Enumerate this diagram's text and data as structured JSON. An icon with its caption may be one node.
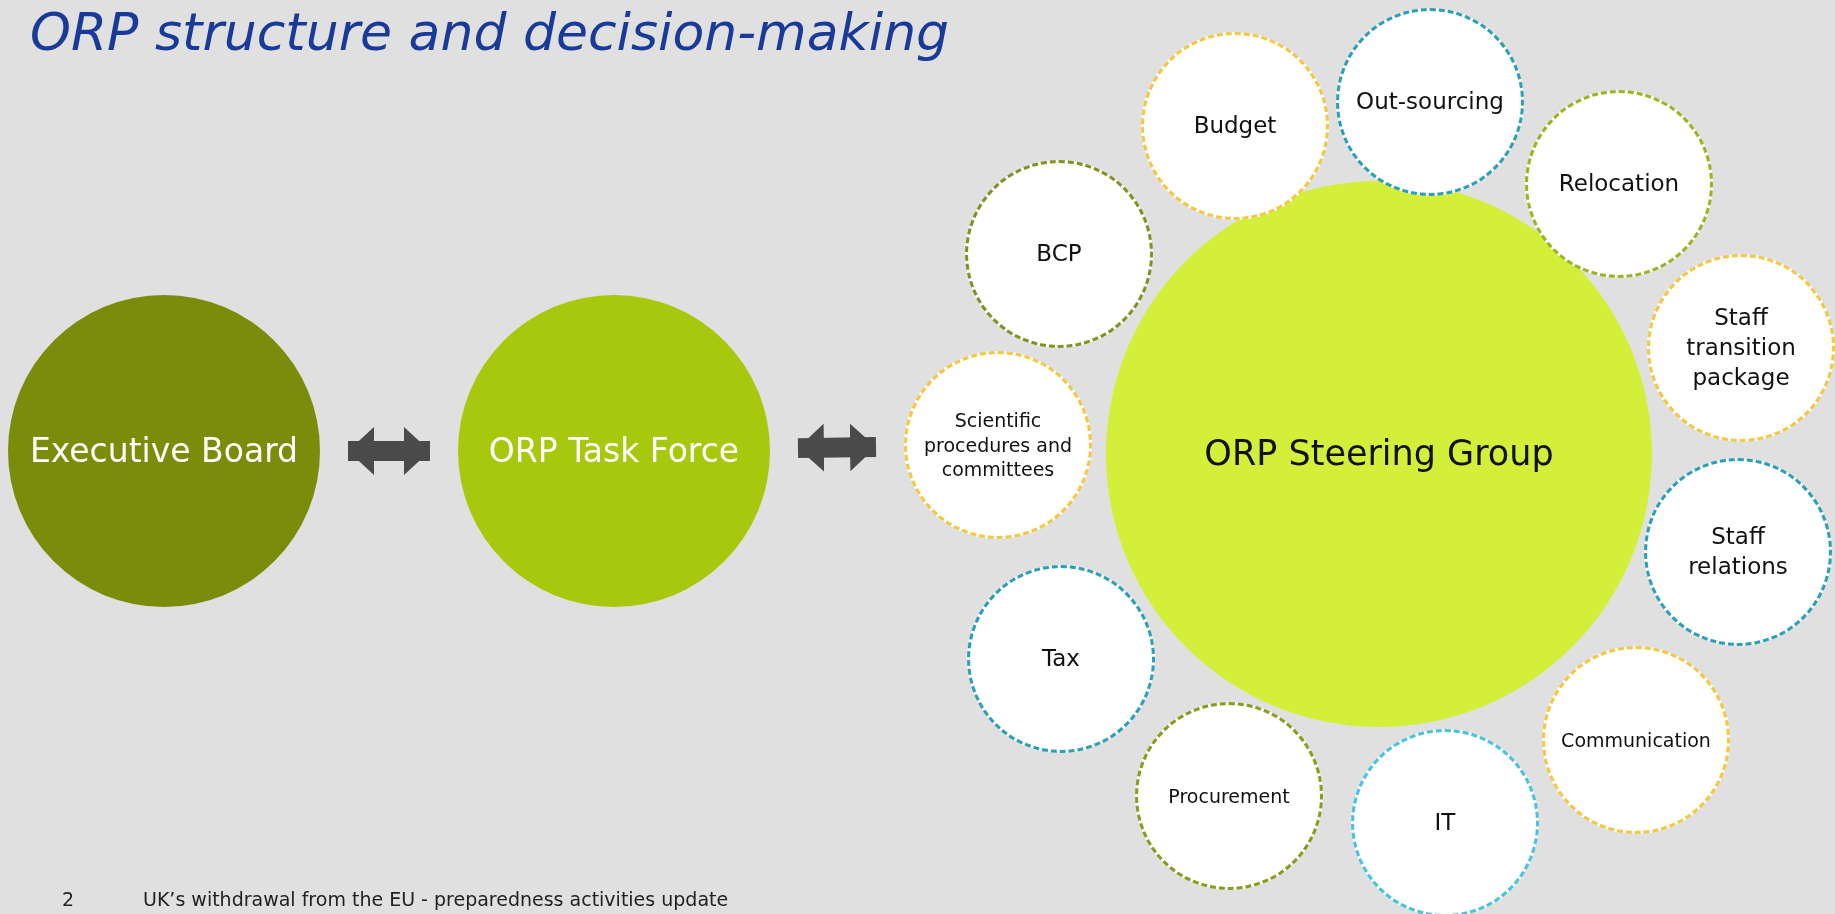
{
  "diagram": {
    "title": "ORP structure and decision-making",
    "nodes": [
      {
        "text": [
          "Executive Board"
        ]
      },
      {
        "text": [
          "ORP Task Force"
        ]
      },
      {
        "text": [
          "ORP Steering Group"
        ]
      },
      {
        "text": [
          "Budget"
        ]
      },
      {
        "text": [
          "Out-sourcing"
        ]
      },
      {
        "text": [
          "Relocation"
        ]
      },
      {
        "text": [
          "Staff transition package"
        ]
      },
      {
        "text": [
          "Staff relations"
        ]
      },
      {
        "text": [
          "Communication"
        ]
      },
      {
        "text": [
          "IT"
        ]
      },
      {
        "text": [
          "Procurement"
        ]
      },
      {
        "text": [
          "Tax"
        ]
      },
      {
        "text": [
          "Scientific procedures and committees"
        ]
      },
      {
        "text": [
          "BCP"
        ]
      }
    ],
    "edges": [
      {
        "from": 0,
        "to": 1,
        "arrow": "both"
      },
      {
        "from": 1,
        "to": 12,
        "arrow": "both"
      }
    ],
    "labels": [
      "2",
      "UK’s withdrawal from the EU - preparedness activities update"
    ]
  }
}
